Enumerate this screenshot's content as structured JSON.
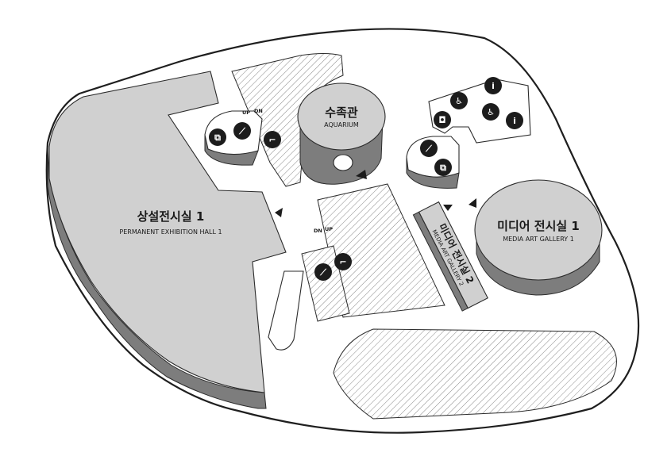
{
  "rooms": {
    "permanent": {
      "name_ko": "상설전시실 1",
      "name_en": "PERMANENT EXHIBITION HALL 1"
    },
    "aquarium": {
      "name_ko": "수족관",
      "name_en": "AQUARIUM"
    },
    "media1": {
      "name_ko": "미디어 전시실 1",
      "name_en": "MEDIA ART GALLERY 1"
    },
    "media2": {
      "name_ko": "미디어 전시실 2",
      "name_en": "MEDIA ART GALLERY 2"
    }
  },
  "stairs": {
    "top": {
      "up": "UP",
      "dn": "DN"
    },
    "middle": {
      "dn": "DN",
      "up": "UP"
    }
  },
  "icons": [
    "elevator-icon",
    "escalator-icon",
    "stairs-icon",
    "escalator-icon",
    "elevator-icon",
    "escalator-icon",
    "stairs-icon",
    "accessible-toilet-icon",
    "female-toilet-icon",
    "accessible-toilet-icon",
    "male-toilet-icon",
    "nursing-room-icon"
  ],
  "colors": {
    "room_fill": "#d0d0d0",
    "wall_side": "#7d7d7d",
    "outline": "#1f1f1f",
    "sign": "#1c1c1c"
  }
}
